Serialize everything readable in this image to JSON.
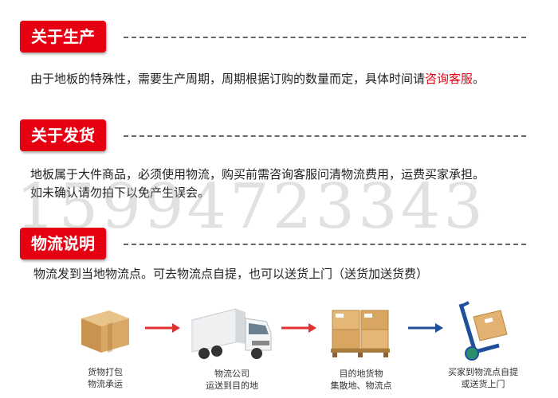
{
  "sections": [
    {
      "title": "关于生产",
      "text_before": "由于地板的特殊性，需要生产周期，周期根据订购的数量而定，具体时间请",
      "highlight": "咨询客服",
      "text_after": "。"
    },
    {
      "title": "关于发货",
      "line1": "地板属于大件商品，必须使用物流，购买前需咨询客服问清物流费用，运费买家承担。",
      "line2": "如未确认请勿拍下以免产生误会。"
    },
    {
      "title": "物流说明",
      "text": "物流发到当地物流点。可去物流点自提，也可以送货上门（送货加送货费）"
    }
  ],
  "watermark": "15994723343",
  "steps": [
    {
      "icon": "cardboard-box-icon",
      "line1": "货物打包",
      "line2": "物流承运"
    },
    {
      "icon": "truck-icon",
      "line1": "物流公司",
      "line2": "运送到目的地"
    },
    {
      "icon": "pallet-boxes-icon",
      "line1": "目的地货物",
      "line2": "集散地、物流点"
    },
    {
      "icon": "hand-truck-icon",
      "line1": "买家到物流点自提",
      "line2": "或送货上门"
    }
  ],
  "colors": {
    "accent": "#e60012",
    "arrow_red": "#e03030",
    "arrow_blue": "#1f4e9c"
  }
}
